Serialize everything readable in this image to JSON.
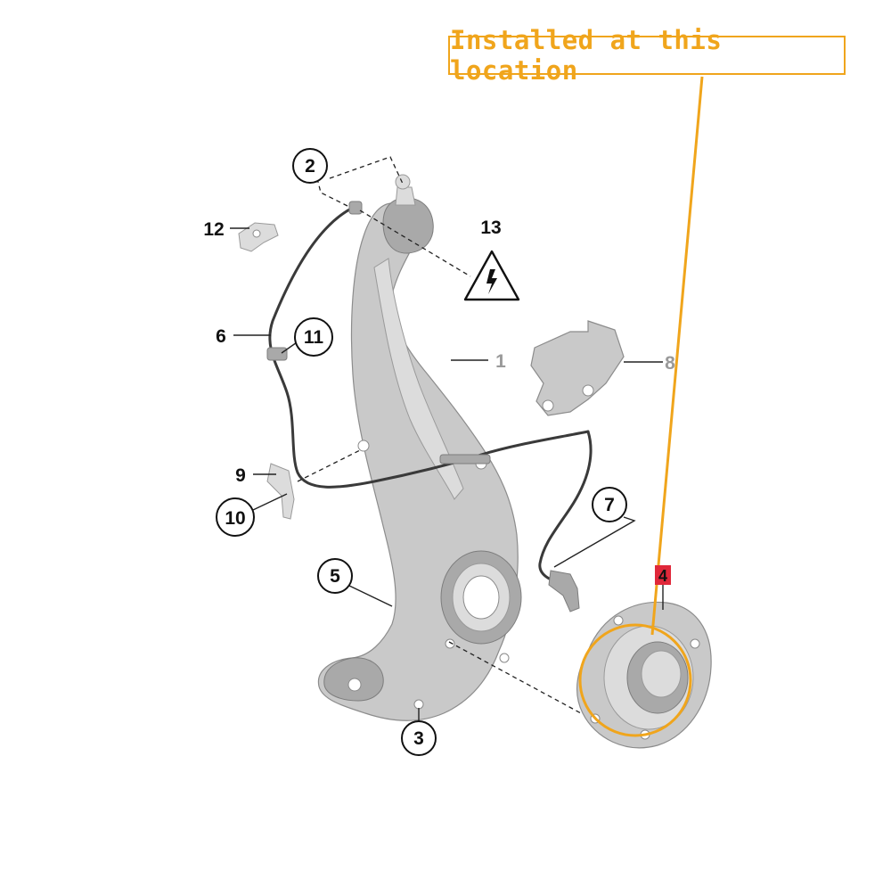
{
  "callout": {
    "text": "Installed at this location",
    "color": "#f0a51c"
  },
  "highlight_marker": {
    "label": "4",
    "color": "#e0283a"
  },
  "part_labels": {
    "p1": "1",
    "p2": "2",
    "p3": "3",
    "p5": "5",
    "p6": "6",
    "p7": "7",
    "p8": "8",
    "p9": "9",
    "p10": "10",
    "p11": "11",
    "p12": "12",
    "p13": "13"
  },
  "icons": {
    "warning": "warning-triangle-icon"
  }
}
